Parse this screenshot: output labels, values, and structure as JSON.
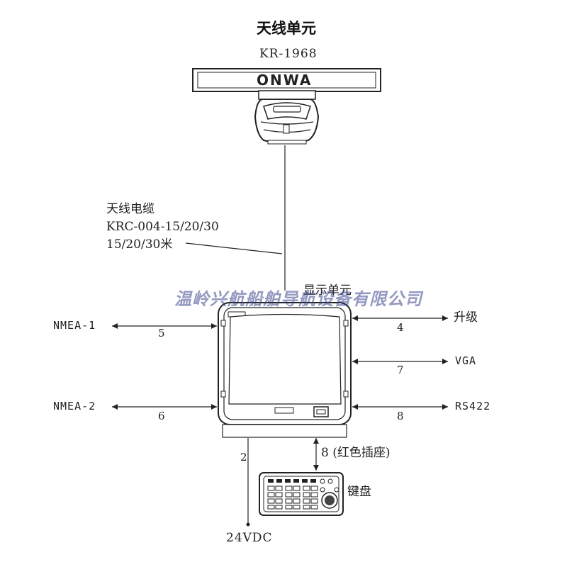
{
  "antenna": {
    "title": "天线单元",
    "model": "KR-1968",
    "brand": "ONWA"
  },
  "cable": {
    "label": "天线电缆",
    "model": "KRC-004-15/20/30",
    "length": "15/20/30米"
  },
  "display": {
    "label": "显示单元"
  },
  "watermark": "温岭兴航船舶导航设备有限公司",
  "ports_left": [
    {
      "name": "NMEA-1",
      "num": "5"
    },
    {
      "name": "NMEA-2",
      "num": "6"
    }
  ],
  "ports_right": [
    {
      "name": "升级",
      "num": "4"
    },
    {
      "name": "VGA",
      "num": "7"
    },
    {
      "name": "RS422",
      "num": "8"
    }
  ],
  "keyboard": {
    "label": "键盘",
    "connector": "8 (红色插座)"
  },
  "power": {
    "num": "2",
    "label": "24VDC"
  },
  "colors": {
    "line": "#222222",
    "watermark": "#3c468c"
  }
}
